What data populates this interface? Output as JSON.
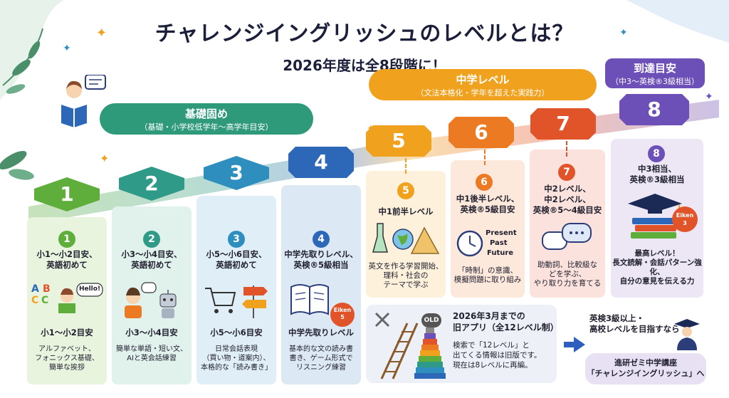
{
  "title": "チャレンジイングリッシュのレベルとは？",
  "subtitle": "2026年度は全8段階に！",
  "banners": {
    "basic": {
      "title": "基礎固め",
      "sub": "（基礎・小学校低学年〜高学年目安）"
    },
    "middle": {
      "title": "中学レベル",
      "sub": "（文法本格化・学年を超えた実践力）"
    },
    "goal": {
      "title": "到達目安",
      "sub": "（中3〜英検®3級相当）"
    }
  },
  "steps": [
    {
      "num": "1",
      "color": "#5fae3c",
      "head": "小1〜小2目安、\n英語初めて",
      "sub": "小1〜小2目安",
      "desc": "アルファベット、\nフォニックス基礎、\n簡単な挨拶",
      "bubble": "Hello!",
      "letters": "A B C C"
    },
    {
      "num": "2",
      "color": "#2f9a88",
      "head": "小3〜小4目安、\n英語初めて",
      "sub": "小3〜小4目安",
      "desc": "簡単な単語・短い文、\nAIと英会話練習"
    },
    {
      "num": "3",
      "color": "#2e8fbf",
      "head": "小5〜小6目安、\n英語初めて",
      "sub": "小5〜小6目安",
      "desc": "日常会話表現\n（買い物・道案内）、\n本格的な「読み書き」"
    },
    {
      "num": "4",
      "color": "#2c67b8",
      "head": "中学先取りレベル、\n英検®5級相当",
      "sub": "中学先取りレベル",
      "desc": "基本的な文の読み書\n書き、ゲーム形式で\nリスニング練習",
      "badge": "Eiken\n5"
    },
    {
      "num": "5",
      "color": "#f0a21e",
      "head": "中1前半レベル",
      "desc": "英文を作る学習開始、\n理科・社会の\nテーマで学ぶ"
    },
    {
      "num": "6",
      "color": "#ec7a23",
      "head": "中1後半レベル、\n英検®5級目安",
      "desc": "「時制」の意識、\n模擬問題に取り組み",
      "tenses": [
        "Present",
        "Past",
        "Future"
      ]
    },
    {
      "num": "7",
      "color": "#e1542a",
      "head": "中2レベル、\n中2レベル、\n英検®5〜4級目安",
      "desc": "助動詞、比較級な\nどを学ぶ、\nやり取り力を育てる"
    },
    {
      "num": "8",
      "color": "#6d4fb8",
      "head": "中3相当、\n英検®3級相当",
      "desc": "最高レベル！\n長文読解・会話パターン強化、\n自分の意見を伝える力",
      "badge": "Eiken\n3"
    }
  ],
  "old": {
    "tag": "OLD",
    "title": "2026年3月までの\n旧アプリ（全12レベル制）",
    "desc": "検索で「12レベル」と\n出てくる情報は旧版です。\n現在は8レベルに再編。"
  },
  "next": {
    "head": "英検3級以上・\n高校レベルを目指すなら",
    "cta": "進研ゼミ中学講座\n「チャレンジイングリッシュ」へ"
  },
  "colors": {
    "green": "#5fae3c",
    "teal": "#2f9a88",
    "orange": "#f0a21e",
    "purple": "#6d4fb8",
    "blue": "#2e5fc0"
  }
}
